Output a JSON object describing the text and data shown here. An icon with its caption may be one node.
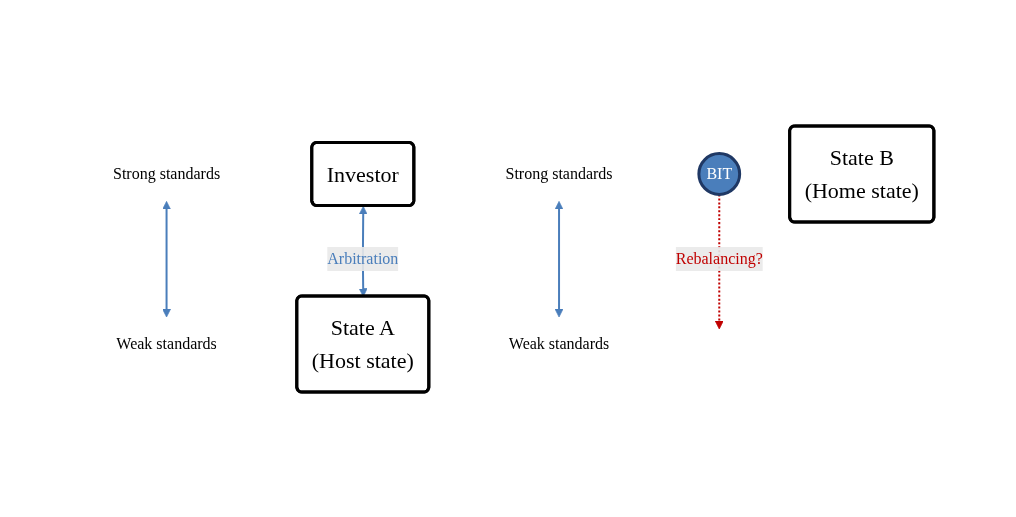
{
  "diagram": {
    "nodes": [
      {
        "text": [
          "Strong standards"
        ]
      },
      {
        "text": [
          "Investor"
        ]
      },
      {
        "text": [
          "Strong standards"
        ]
      },
      {
        "text": [
          "State A",
          "(Host state)"
        ]
      },
      {
        "text": [
          "BIT"
        ]
      },
      {
        "text": [
          "State B",
          "(Home state)"
        ]
      },
      {
        "text": [
          "Weak standards"
        ]
      },
      {
        "text": [
          "Weak standards"
        ]
      }
    ],
    "edges": [
      {
        "from": 0,
        "to": 6,
        "arrow": "both",
        "color": "#4a7ebb"
      },
      {
        "from": 1,
        "to": 3,
        "arrow": "both",
        "label": "Arbitration",
        "color": "#4a7ebb"
      },
      {
        "from": 4,
        "to": null,
        "arrow": "to",
        "label": "Rebalancing?",
        "style": "dashed",
        "color": "#c00000"
      },
      {
        "from": 2,
        "to": 7,
        "arrow": "both",
        "color": "#4a7ebb"
      }
    ]
  }
}
